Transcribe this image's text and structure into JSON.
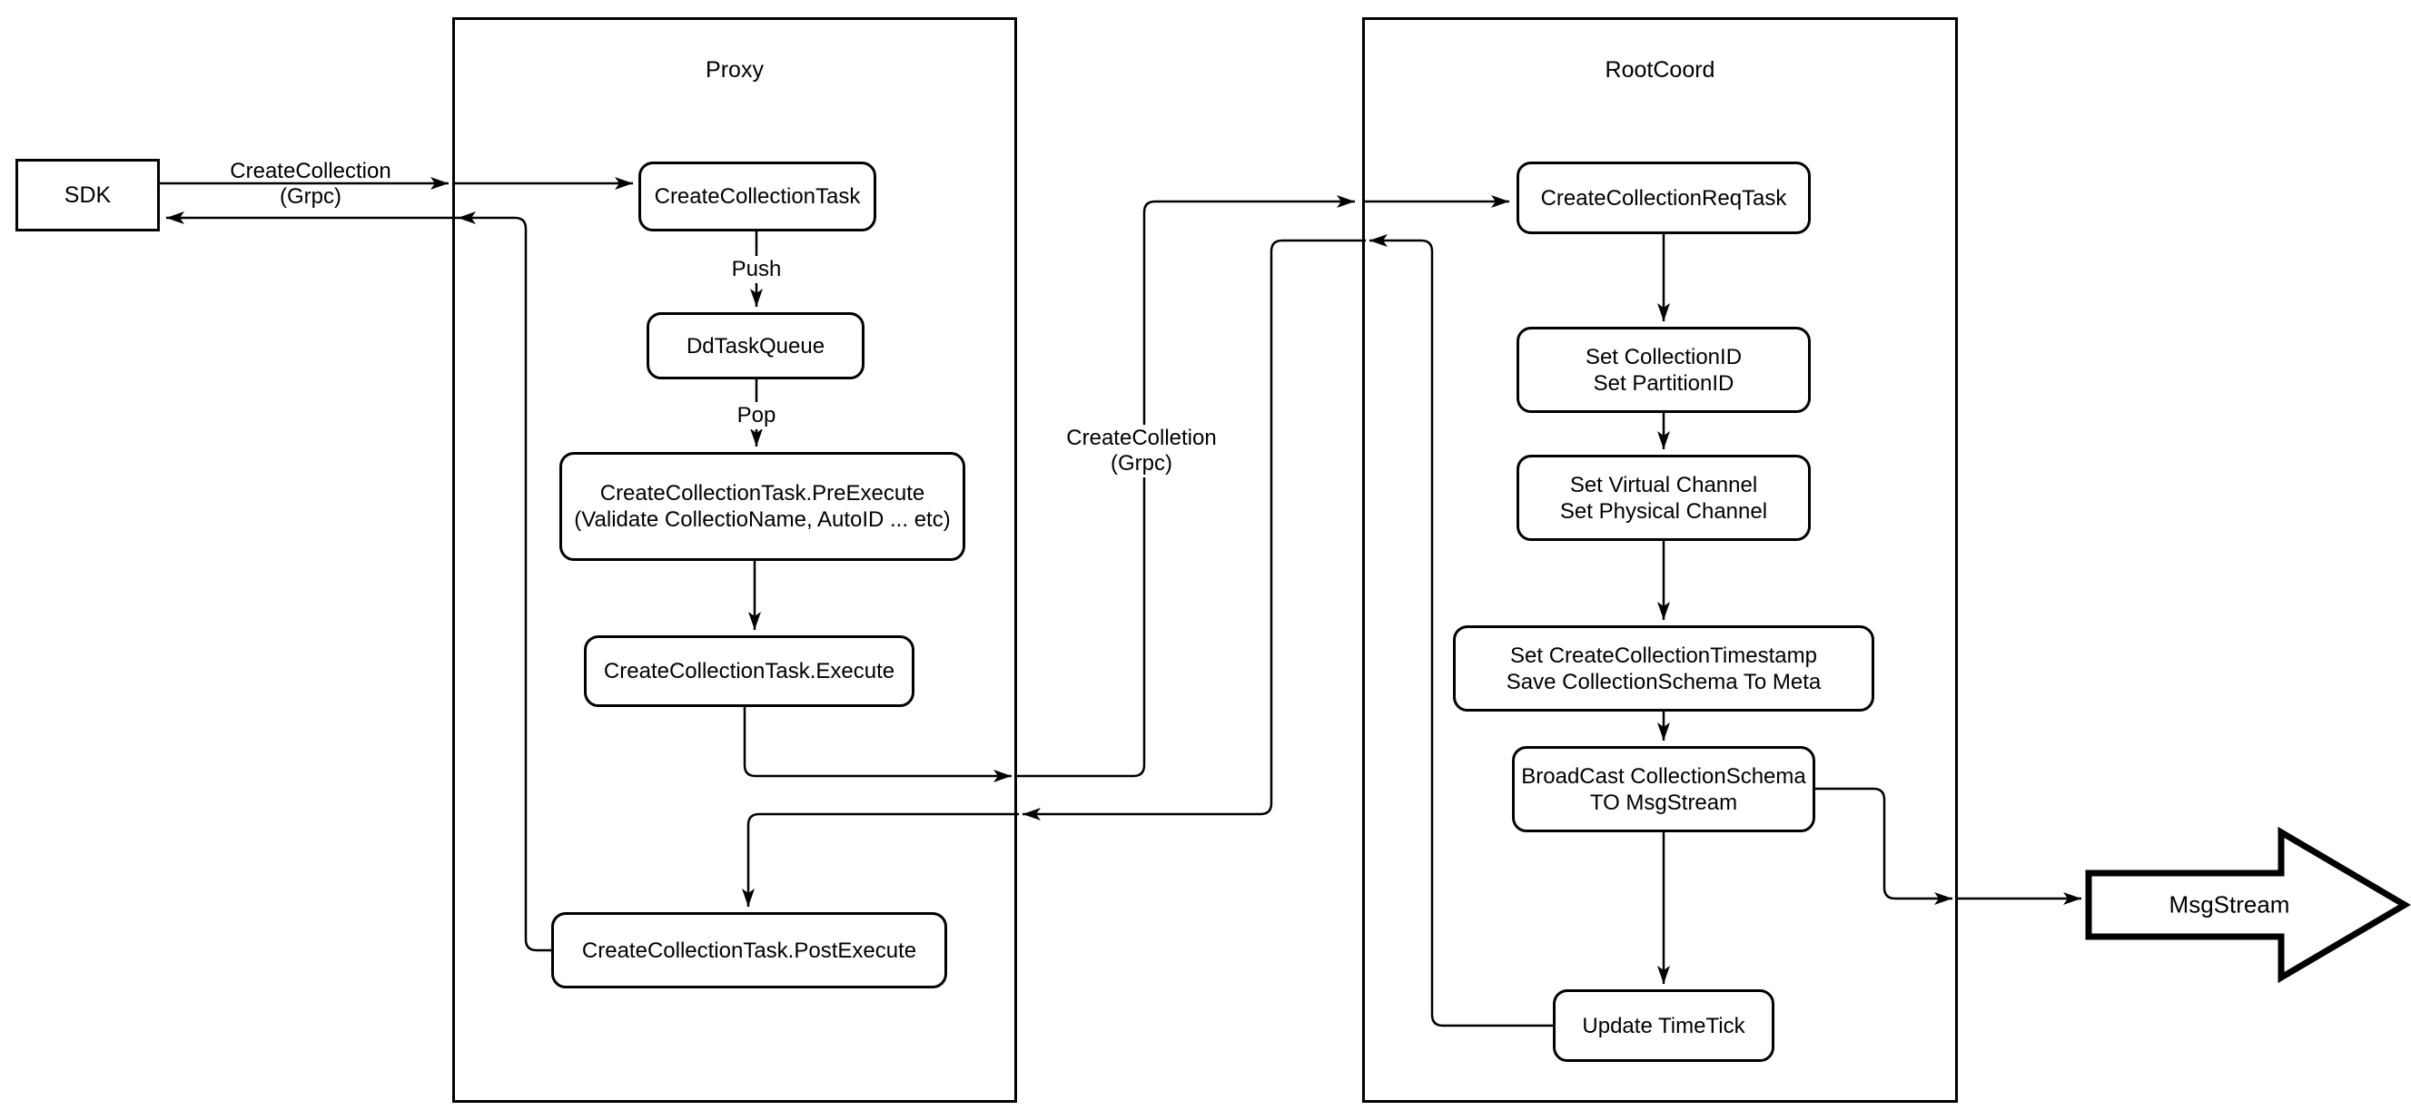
{
  "sdk": {
    "label": "SDK"
  },
  "proxy": {
    "title": "Proxy",
    "create_collection_task": "CreateCollectionTask",
    "push": "Push",
    "dd_task_queue": "DdTaskQueue",
    "pop": "Pop",
    "pre_execute": [
      "CreateCollectionTask.PreExecute",
      "(Validate CollectioName, AutoID ... etc)"
    ],
    "execute": "CreateCollectionTask.Execute",
    "post_execute": "CreateCollectionTask.PostExecute"
  },
  "rootcoord": {
    "title": "RootCoord",
    "req_task": "CreateCollectionReqTask",
    "set_ids": [
      "Set CollectionID",
      "Set PartitionID"
    ],
    "set_channels": [
      "Set Virtual Channel",
      "Set Physical Channel"
    ],
    "set_timestamp": [
      "Set CreateCollectionTimestamp",
      "Save CollectionSchema To Meta"
    ],
    "broadcast": [
      "BroadCast CollectionSchema",
      "TO MsgStream"
    ],
    "update_timetick": "Update TimeTick"
  },
  "edge_labels": {
    "sdk_grpc": [
      "CreateCollection",
      "(Grpc)"
    ],
    "proxy_grpc": [
      "CreateColletion",
      "(Grpc)"
    ]
  },
  "msgstream": {
    "label": "MsgStream"
  },
  "colors": {
    "stroke": "#000000",
    "background": "#ffffff"
  }
}
